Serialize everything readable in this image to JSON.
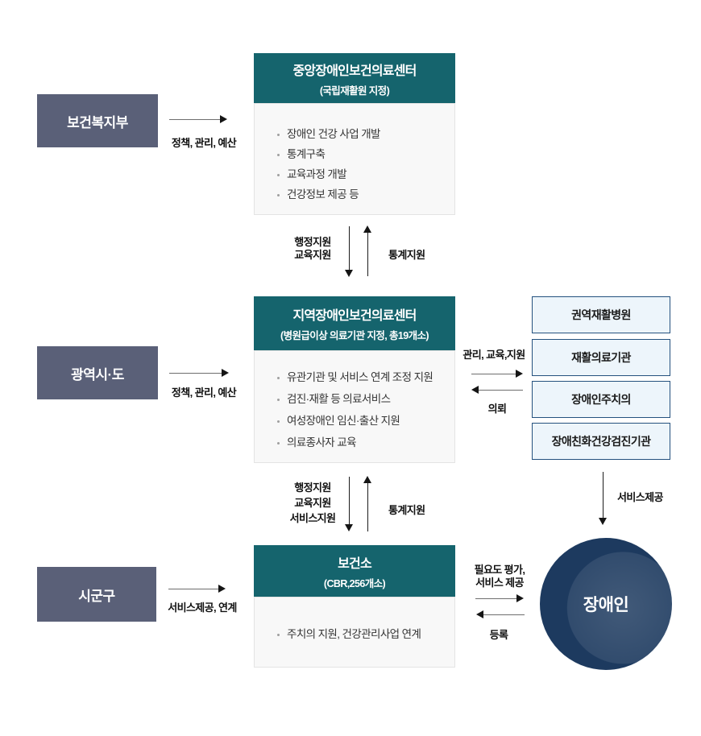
{
  "left": {
    "items": [
      {
        "label": "보건복지부",
        "arrow_label": "정책, 관리, 예산"
      },
      {
        "label": "광역시·도",
        "arrow_label": "정책, 관리, 예산"
      },
      {
        "label": "시군구",
        "arrow_label": "서비스제공, 연계"
      }
    ]
  },
  "center": {
    "boxes": [
      {
        "title": "중앙장애인보건의료센터",
        "subtitle": "(국립재활원 지정)",
        "bullets": [
          "장애인 건강 사업 개발",
          "통계구축",
          "교육과정 개발",
          "건강정보 제공 등"
        ]
      },
      {
        "title": "지역장애인보건의료센터",
        "subtitle": "(병원급이상 의료기관 지정, 총19개소)",
        "bullets": [
          "유관기관 및 서비스 연계 조정 지원",
          "검진·재활 등 의료서비스",
          "여성장애인 임신·출산 지원",
          "의료종사자 교육"
        ]
      },
      {
        "title": "보건소",
        "subtitle": "(CBR,256개소)",
        "bullets": [
          "주치의 지원, 건강관리사업 연계"
        ]
      }
    ]
  },
  "flows": {
    "center_top": {
      "down_lines": [
        "행정지원",
        "교육지원"
      ],
      "up_label": "통계지원"
    },
    "center_bottom": {
      "down_lines": [
        "행정지원",
        "교육지원",
        "서비스지원"
      ],
      "up_label": "통계지원"
    },
    "region": {
      "forward_label": "관리, 교육,지원",
      "back_label": "의뢰"
    },
    "service": {
      "label": "서비스제공"
    },
    "person": {
      "forward_lines": [
        "필요도 평가,",
        "서비스 제공"
      ],
      "back_label": "등록"
    }
  },
  "right": {
    "boxes": [
      "권역재활병원",
      "재활의료기관",
      "장애인주치의",
      "장애친화건강검진기관"
    ]
  },
  "person": {
    "label": "장애인"
  },
  "colors": {
    "teal": "#15646d",
    "slate": "#5a6078",
    "navy_border": "#24517e",
    "light_blue": "#edf5fb",
    "circle_navy": "#1d3a5f",
    "body_bg": "#f8f8f8",
    "body_border": "#e4e4e4",
    "arrow_line": "#6e6e6e",
    "arrow_head": "#151515"
  }
}
